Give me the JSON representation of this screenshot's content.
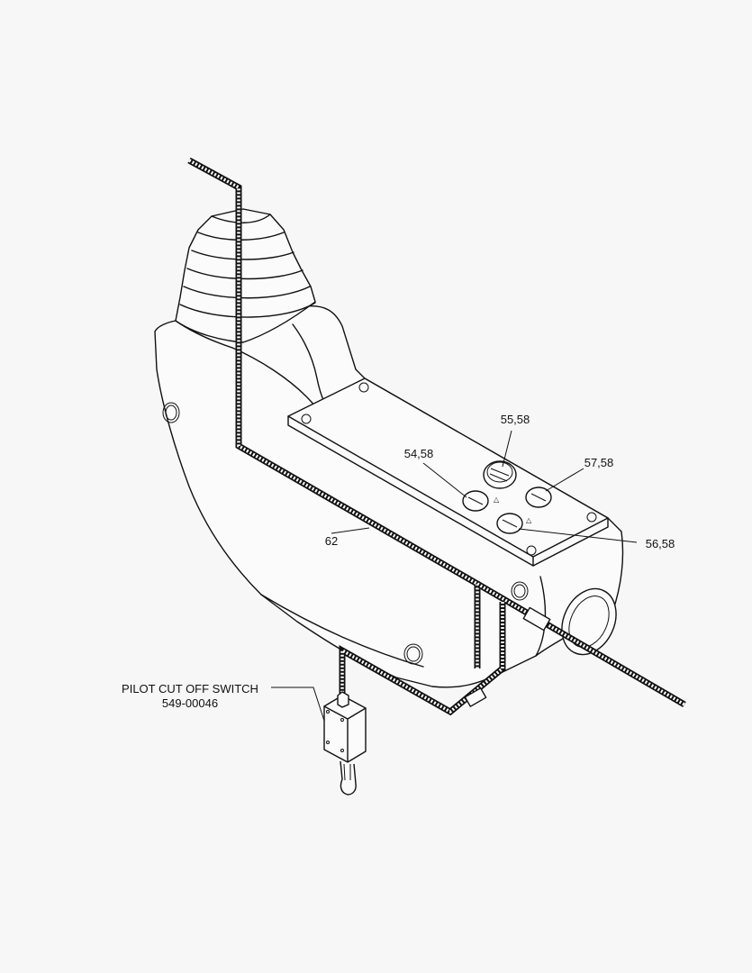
{
  "callouts": {
    "c55": "55,58",
    "c54": "54,58",
    "c57": "57,58",
    "c56": "56,58",
    "c62": "62"
  },
  "switch_label": {
    "title": "PILOT CUT OFF SWITCH",
    "part_number": "549-00046"
  }
}
